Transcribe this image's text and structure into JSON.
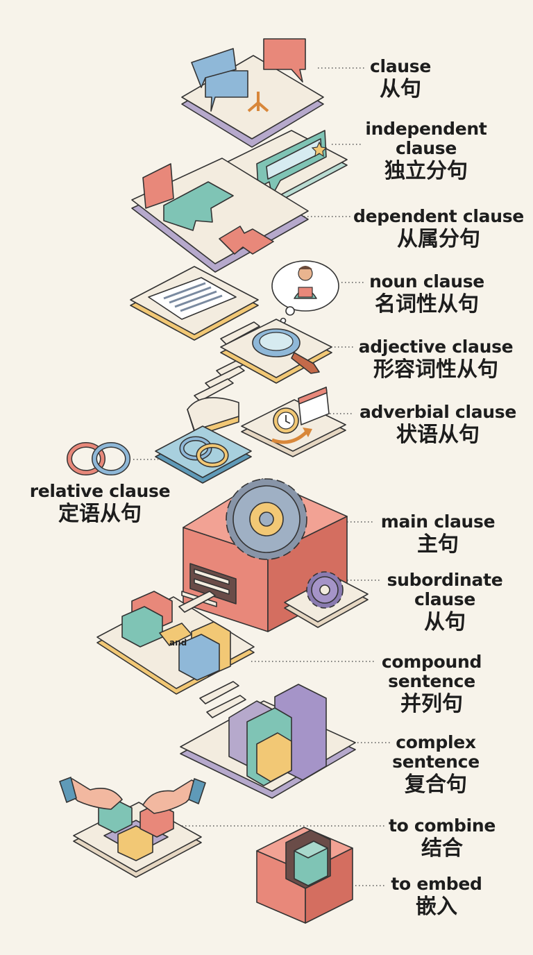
{
  "terms": [
    {
      "en": "clause",
      "zh": "从句"
    },
    {
      "en": "independent clause",
      "zh": "独立分句"
    },
    {
      "en": "dependent clause",
      "zh": "从属分句"
    },
    {
      "en": "noun clause",
      "zh": "名词性从句"
    },
    {
      "en": "adjective clause",
      "zh": "形容词性从句"
    },
    {
      "en": "adverbial clause",
      "zh": "状语从句"
    },
    {
      "en": "relative clause",
      "zh": "定语从句"
    },
    {
      "en": "main clause",
      "zh": "主句"
    },
    {
      "en": "subordinate clause",
      "zh": "从句"
    },
    {
      "en": "compound sentence",
      "zh": "并列句"
    },
    {
      "en": "complex sentence",
      "zh": "复合句"
    },
    {
      "en": "to combine",
      "zh": "结合"
    },
    {
      "en": "to embed",
      "zh": "嵌入"
    }
  ],
  "icon_text": {
    "and_block": "and"
  },
  "colors": {
    "background": "#f7f3ea",
    "coral": "#e8887a",
    "teal": "#7fc4b5",
    "blue": "#8fb8d8",
    "yellow": "#f2c875",
    "lavender": "#b9aacf",
    "cream": "#f3ecdf"
  }
}
